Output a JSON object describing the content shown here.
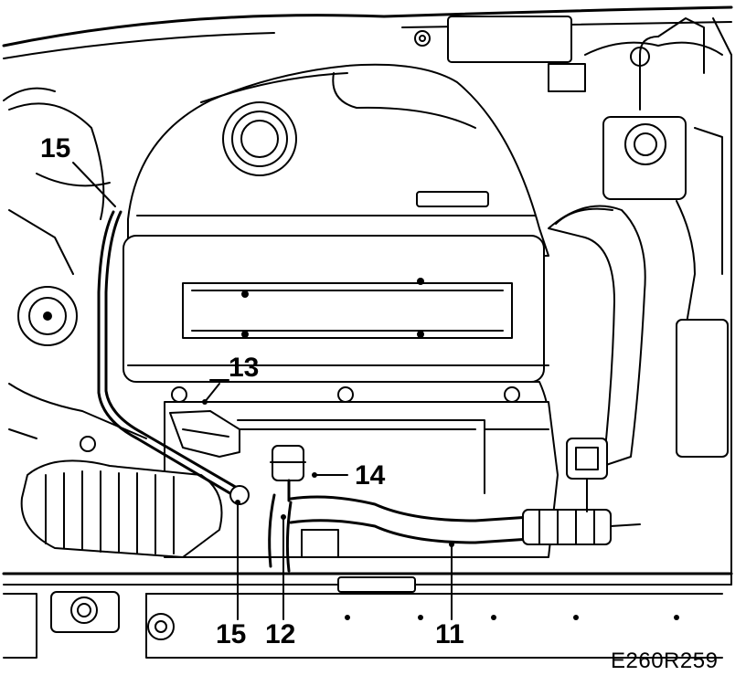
{
  "callouts": {
    "c11": "11",
    "c12": "12",
    "c13": "13",
    "c14": "14",
    "c15_top": "15",
    "c15_bottom": "15"
  },
  "figure_id": "E260R259"
}
